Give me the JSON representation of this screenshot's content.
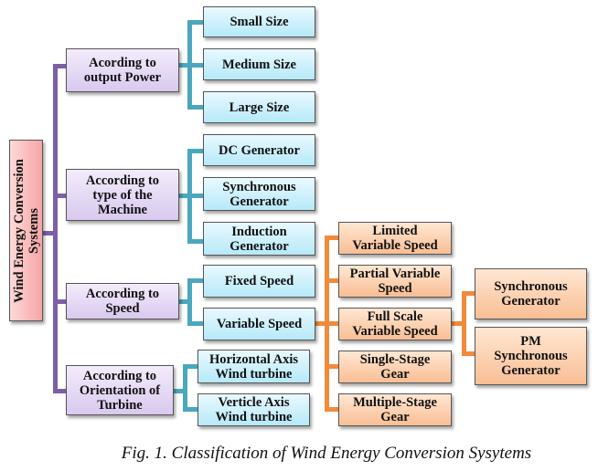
{
  "diagram": {
    "root": {
      "label": "Wind Energy Conversion\nSystems"
    },
    "categories": [
      {
        "label": "Acording to\noutput Power",
        "children": [
          {
            "label": "Small Size"
          },
          {
            "label": "Medium Size"
          },
          {
            "label": "Large Size"
          }
        ]
      },
      {
        "label": "According to\ntype of the\nMachine",
        "children": [
          {
            "label": "DC Generator"
          },
          {
            "label": "Synchronous\nGenerator"
          },
          {
            "label": "Induction\nGenerator"
          }
        ]
      },
      {
        "label": "According to\nSpeed",
        "children": [
          {
            "label": "Fixed Speed"
          },
          {
            "label": "Variable Speed"
          }
        ]
      },
      {
        "label": "According to\nOrientation of\nTurbine",
        "children": [
          {
            "label": "Horizontal Axis\nWind turbine"
          },
          {
            "label": "Verticle Axis\nWind turbine"
          }
        ]
      }
    ],
    "variable_speed_children": [
      {
        "label": "Limited\nVariable Speed"
      },
      {
        "label": "Partial Variable\nSpeed"
      },
      {
        "label": "Full Scale\nVariable Speed"
      },
      {
        "label": "Single-Stage\nGear"
      },
      {
        "label": "Multiple-Stage\nGear"
      }
    ],
    "full_scale_children": [
      {
        "label": "Synchronous\nGenerator"
      },
      {
        "label": "PM\nSynchronous\nGenerator"
      }
    ],
    "colors": {
      "root": "#f5a6a6",
      "category": "#d9c9ef",
      "leaf": "#b6e9f9",
      "speed_sub": "#f9be94",
      "connector_purple": "#7d5ea8",
      "connector_teal": "#4aa7be",
      "connector_orange": "#f28a3c"
    }
  },
  "caption": "Fig. 1. Classification of Wind Energy Conversion Sysytems"
}
